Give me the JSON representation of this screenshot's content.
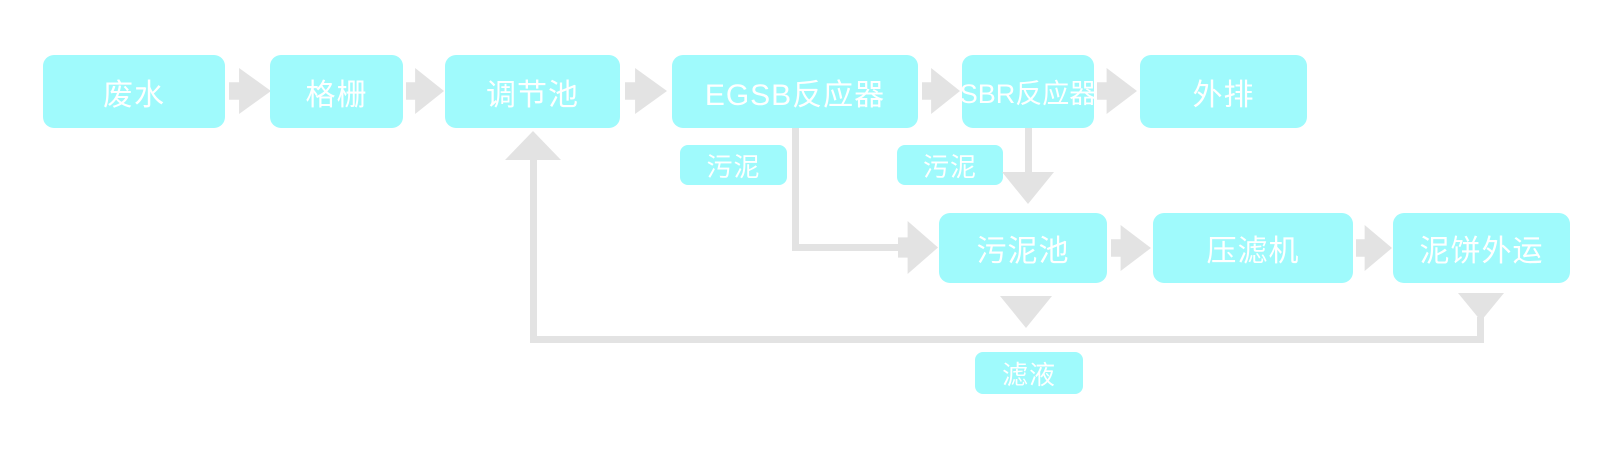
{
  "colors": {
    "background": "#ffffff",
    "node_fill": "#9ffafc",
    "node_text": "#ffffff",
    "connector": "#e3e3e3"
  },
  "diagram": {
    "type": "process-flowchart",
    "main_flow": {
      "nodes": [
        {
          "id": "wastewater",
          "label": "废水"
        },
        {
          "id": "bar-screen",
          "label": "格栅"
        },
        {
          "id": "regulating-tank",
          "label": "调节池"
        },
        {
          "id": "egsb-reactor",
          "label": "EGSB反应器"
        },
        {
          "id": "sbr-reactor",
          "label": "SBR反应器"
        },
        {
          "id": "discharge",
          "label": "外排"
        }
      ]
    },
    "sludge_flow": {
      "nodes": [
        {
          "id": "sludge-tank",
          "label": "污泥池"
        },
        {
          "id": "filter-press",
          "label": "压滤机"
        },
        {
          "id": "mud-cake-out",
          "label": "泥饼外运"
        }
      ]
    },
    "stream_labels": {
      "egsb_sludge": "污泥",
      "sbr_sludge": "污泥",
      "filtrate": "滤液"
    },
    "edges": [
      "废水→格栅",
      "格栅→调节池",
      "调节池→EGSB反应器",
      "EGSB反应器→SBR反应器",
      "SBR反应器→外排",
      "EGSB反应器→污泥池 (污泥)",
      "SBR反应器→污泥池 (污泥)",
      "污泥池→压滤机",
      "压滤机→泥饼外运",
      "污泥池→滤液→调节池",
      "泥饼外运→滤液→调节池"
    ]
  }
}
